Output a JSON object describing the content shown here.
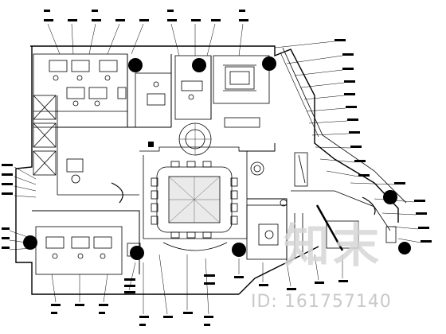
{
  "drawing": {
    "type": "office interior floor plan (CAD line drawing)",
    "line_color": "#000000",
    "background": "#ffffff",
    "column_fill": "#000000"
  },
  "watermark": {
    "logo_text": "知末",
    "id_text": "ID: 161757140",
    "color": "#d0d0d0"
  }
}
